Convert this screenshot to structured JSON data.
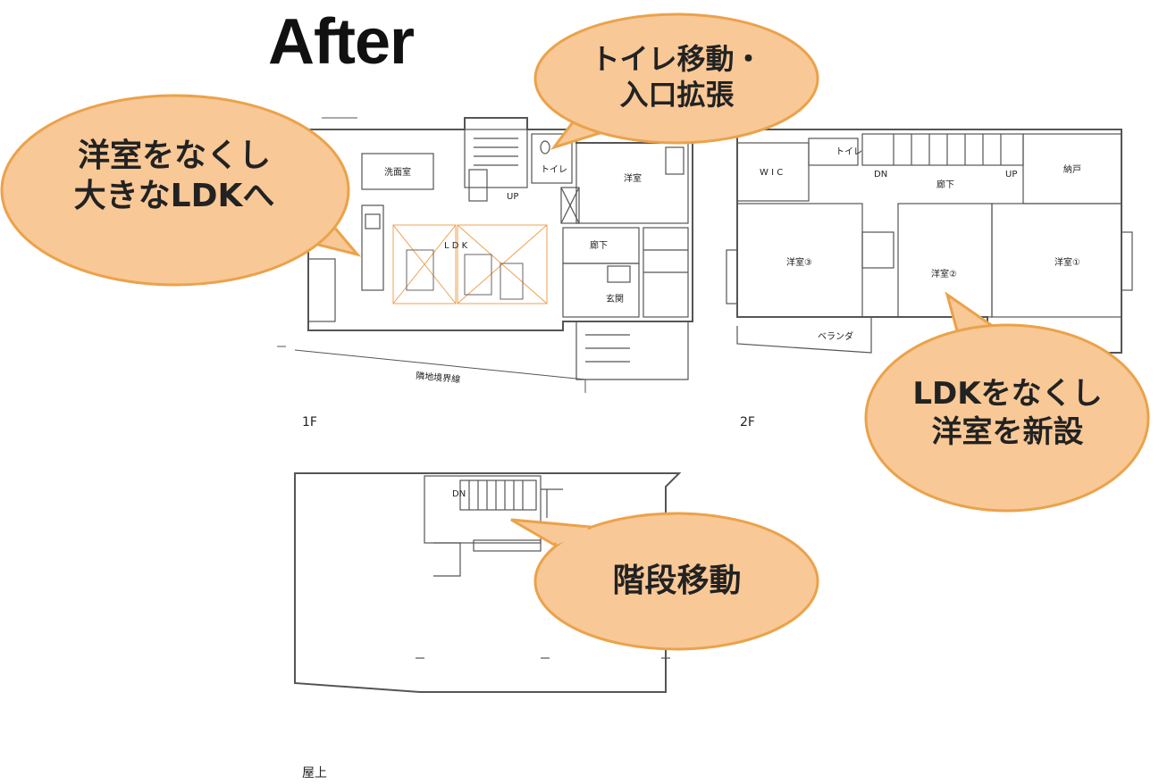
{
  "title": "After",
  "callouts": {
    "toilet": {
      "line1": "トイレ移動・",
      "line2": "入口拡張"
    },
    "ldk1f": {
      "line1": "洋室をなくし",
      "line2": "大きなLDKへ"
    },
    "ldk2f": {
      "line1": "LDKをなくし",
      "line2": "洋室を新設"
    },
    "stairs": {
      "line1": "階段移動"
    }
  },
  "floors": {
    "f1": "1F",
    "f2": "2F",
    "roof": "屋上"
  },
  "rooms_1f": {
    "washroom": "洗面室",
    "toilet": "トイレ",
    "western": "洋室",
    "ldk": "L D K",
    "corridor": "廊下",
    "entrance": "玄関",
    "up": "UP",
    "boundary": "隣地境界線"
  },
  "rooms_2f": {
    "wic": "W I C",
    "toilet": "トイレ",
    "dn": "DN",
    "up": "UP",
    "corridor": "廊下",
    "storage": "納戸",
    "room3": "洋室③",
    "room2": "洋室②",
    "room1": "洋室①",
    "veranda": "ベランダ"
  },
  "rooms_roof": {
    "dn": "DN"
  },
  "colors": {
    "bubble_fill": "#F8C897",
    "bubble_stroke": "#EBA24A",
    "wall": "#555555",
    "ldk_highlight": "#F0A050"
  }
}
